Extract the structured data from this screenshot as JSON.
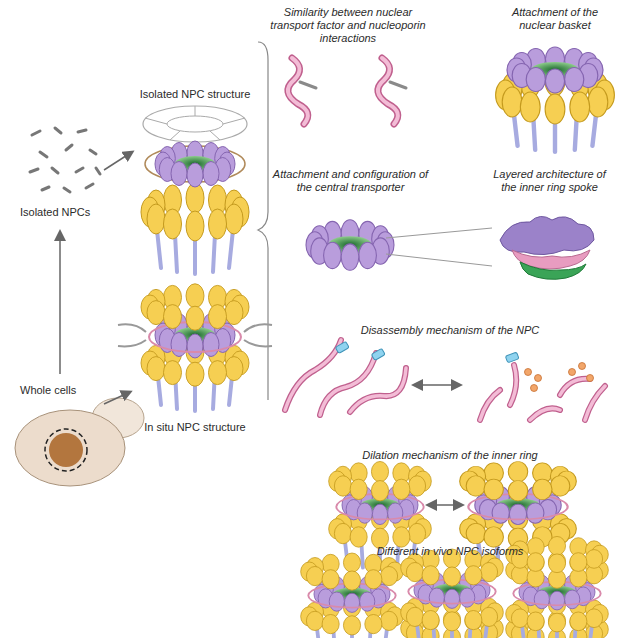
{
  "diagram": {
    "labels": [
      "Similarity between nuclear transport factor and nucleoporin interactions",
      "Attachment of the nuclear basket",
      "Isolated NPC structure",
      "Attachment and configuration of the central transporter",
      "Layered architecture of the inner ring spoke",
      "Isolated NPCs",
      "Disassembly mechanism of the NPC",
      "Whole cells",
      "In situ NPC structure",
      "Dilation mechanism of the inner ring",
      "Different in vivo NPC isoforms"
    ]
  }
}
